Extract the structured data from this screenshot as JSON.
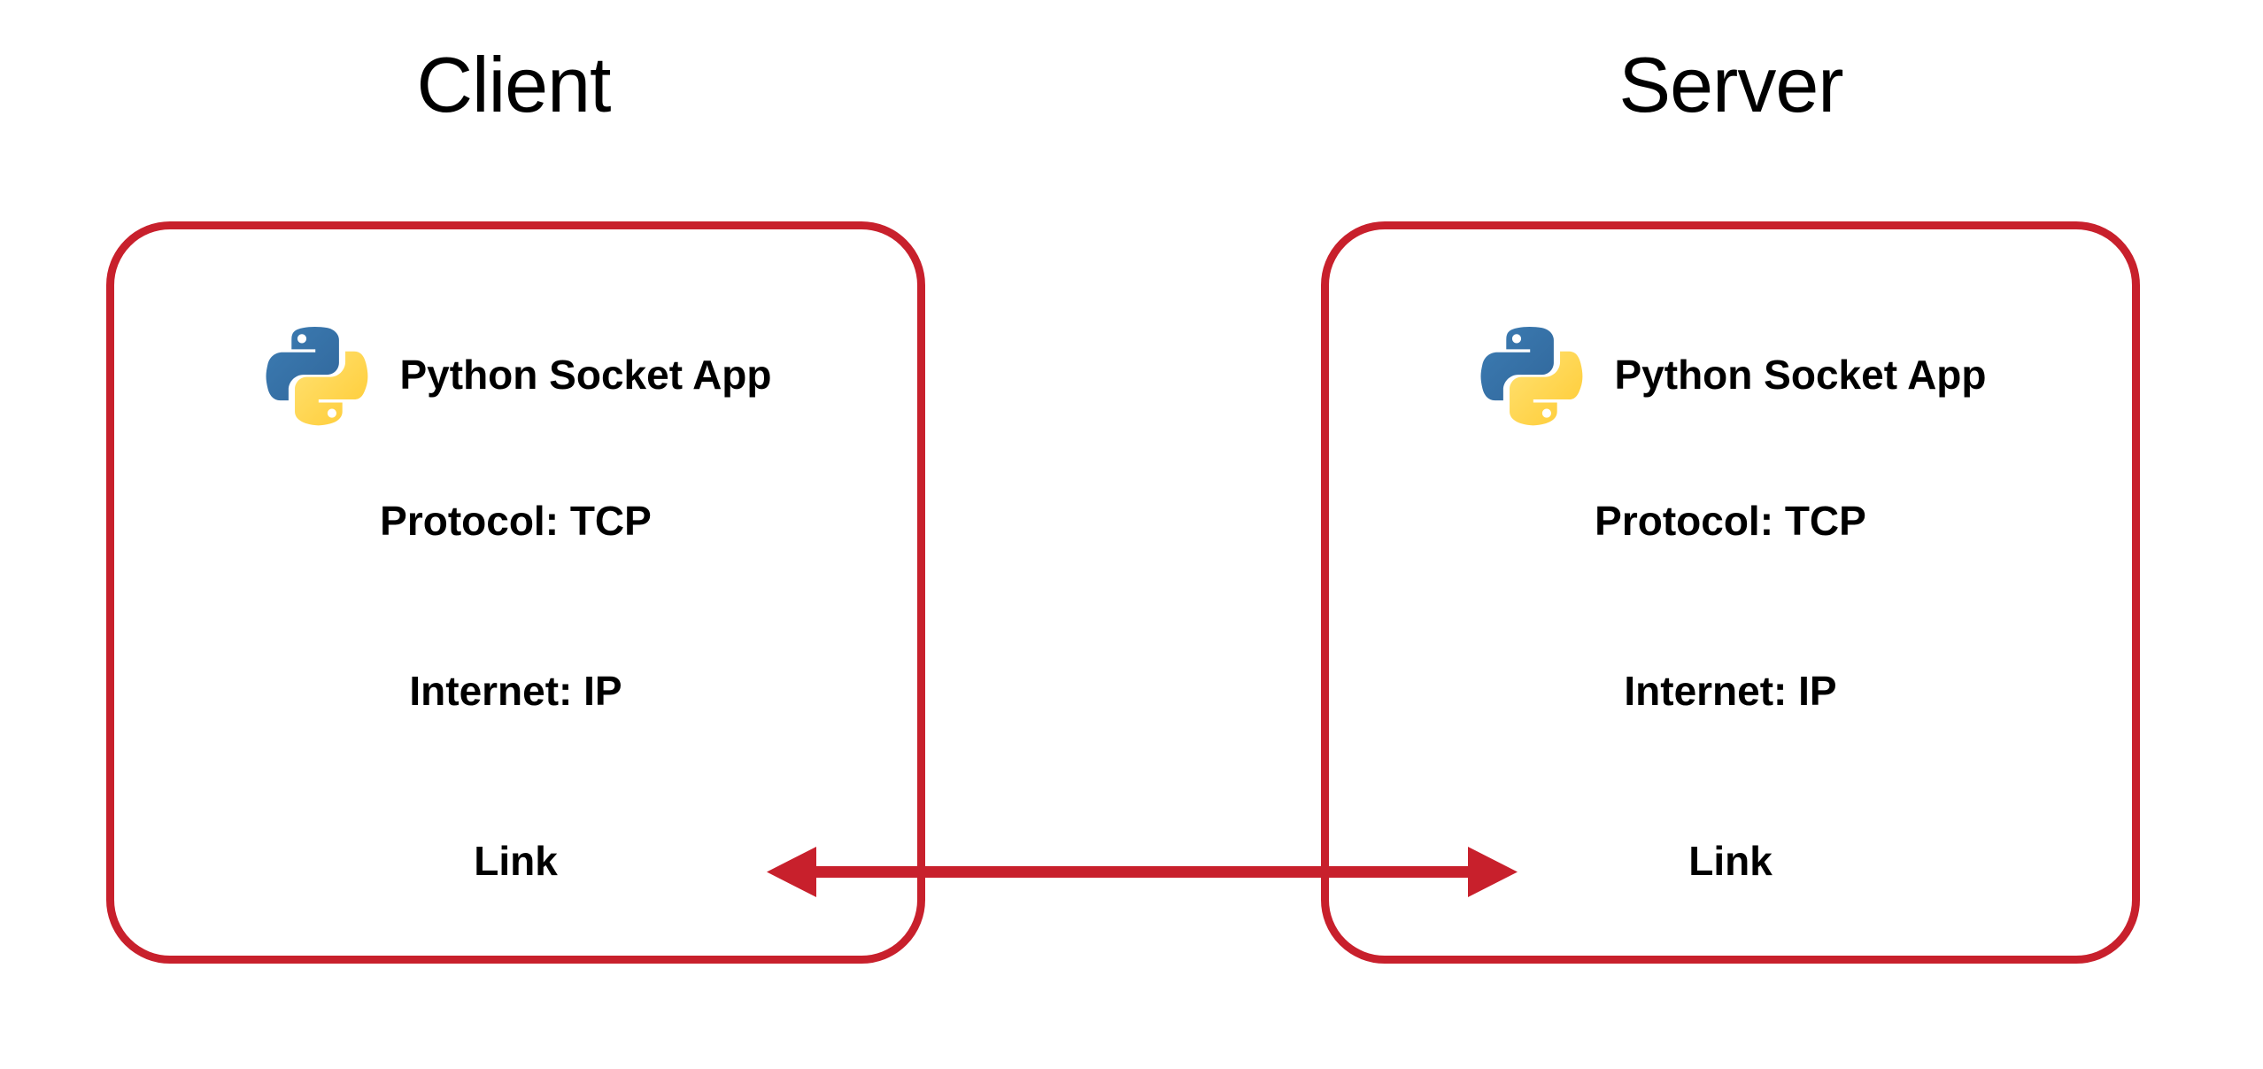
{
  "diagram": {
    "title_left": "Client",
    "title_right": "Server",
    "accent_color": "#C8202C",
    "text_color": "#000000",
    "background_color": "#FFFFFF",
    "python_logo_blue": "#3673A5",
    "python_logo_yellow": "#FFD143"
  },
  "nodes": [
    {
      "id": "client",
      "title": "Client",
      "layers": [
        {
          "name": "application",
          "icon": "python-logo-icon",
          "label": "Python Socket App"
        },
        {
          "name": "transport",
          "label": "Protocol: TCP"
        },
        {
          "name": "internet",
          "label": "Internet: IP"
        },
        {
          "name": "link",
          "label": "Link"
        }
      ]
    },
    {
      "id": "server",
      "title": "Server",
      "layers": [
        {
          "name": "application",
          "icon": "python-logo-icon",
          "label": "Python Socket App"
        },
        {
          "name": "transport",
          "label": "Protocol: TCP"
        },
        {
          "name": "internet",
          "label": "Internet: IP"
        },
        {
          "name": "link",
          "label": "Link"
        }
      ]
    }
  ],
  "connector": {
    "name": "link-connector",
    "style": "double-headed-arrow",
    "color": "#C8202C",
    "from": "client.link",
    "to": "server.link"
  }
}
